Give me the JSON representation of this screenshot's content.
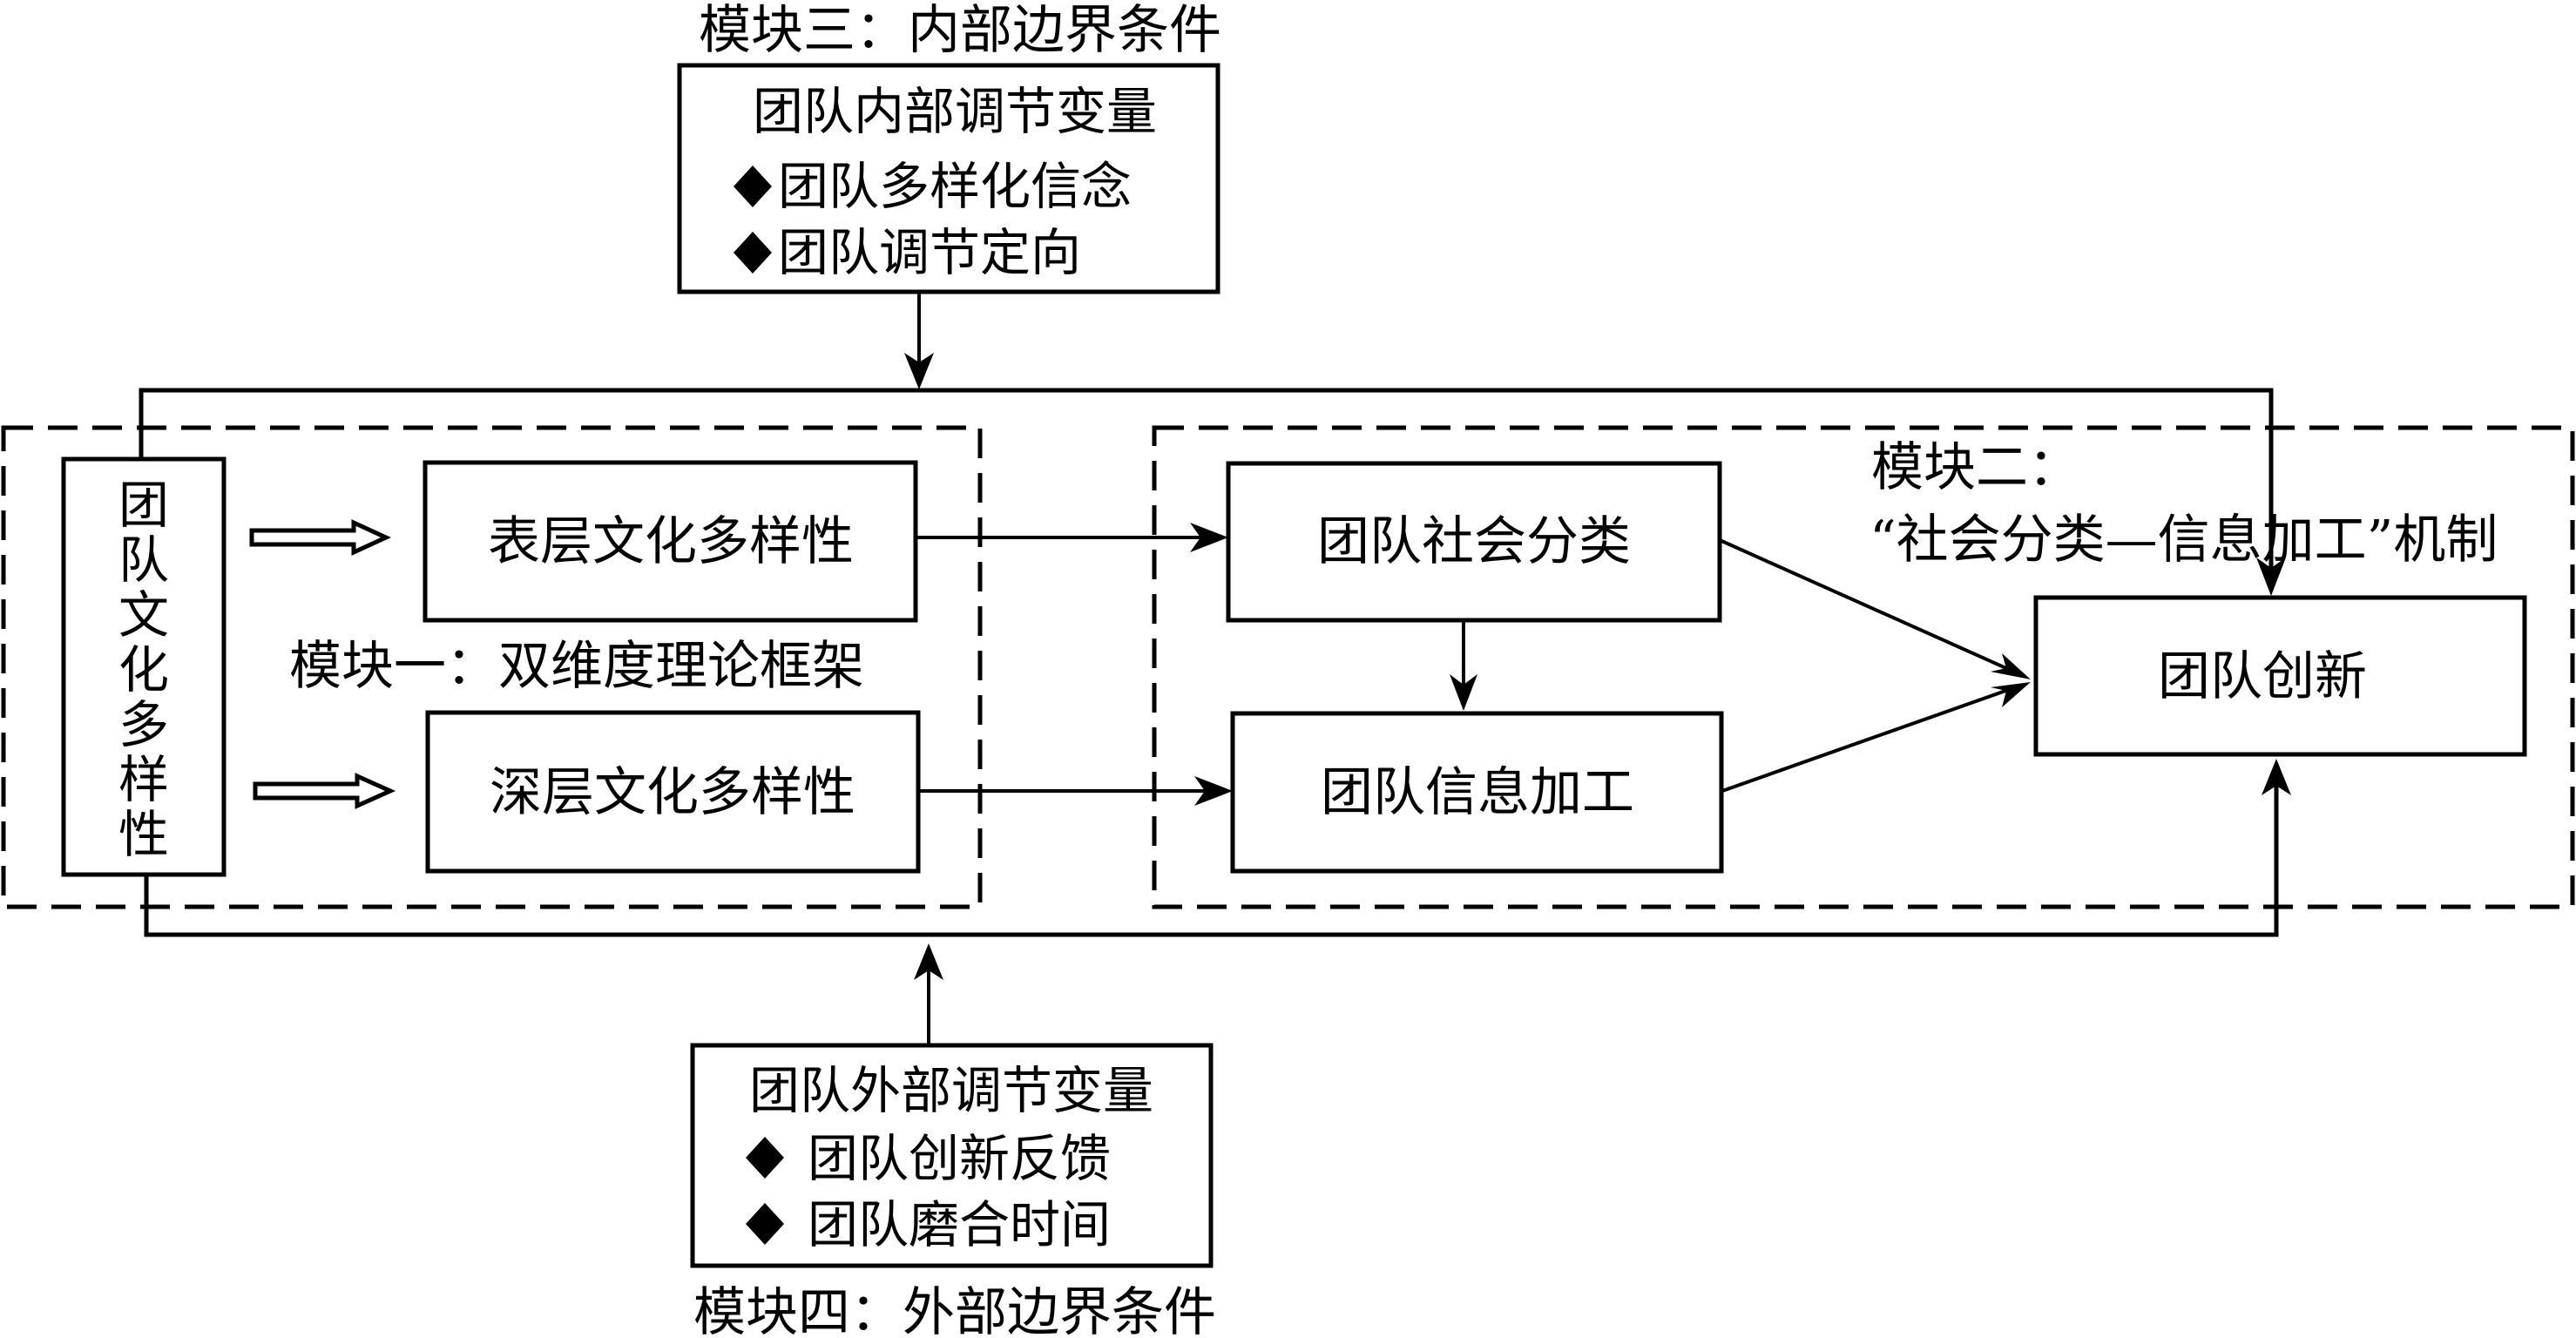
{
  "colors": {
    "stroke": "#000000",
    "background": "#ffffff"
  },
  "module3": {
    "label": "模块三：内部边界条件",
    "box": {
      "title": "团队内部调节变量",
      "bullets": [
        "团队多样化信念",
        "团队调节定向"
      ]
    }
  },
  "module4": {
    "label": "模块四：外部边界条件",
    "box": {
      "title": "团队外部调节变量",
      "bullets": [
        "团队创新反馈",
        "团队磨合时间"
      ]
    }
  },
  "module1": {
    "label": "模块一：双维度理论框架",
    "source_chars": [
      "团",
      "队",
      "文",
      "化",
      "多",
      "样",
      "性"
    ],
    "surface": "表层文化多样性",
    "deep": "深层文化多样性"
  },
  "module2": {
    "label_line1": "模块二：",
    "label_line2": "“社会分类—信息加工”机制",
    "social_categorization": "团队社会分类",
    "information_processing": "团队信息加工"
  },
  "outcome": {
    "label": "团队创新"
  },
  "icons": {
    "bullet": "diamond-bullet",
    "arrow": "filled-arrowhead",
    "hollow_arrow": "hollow-block-arrow"
  }
}
